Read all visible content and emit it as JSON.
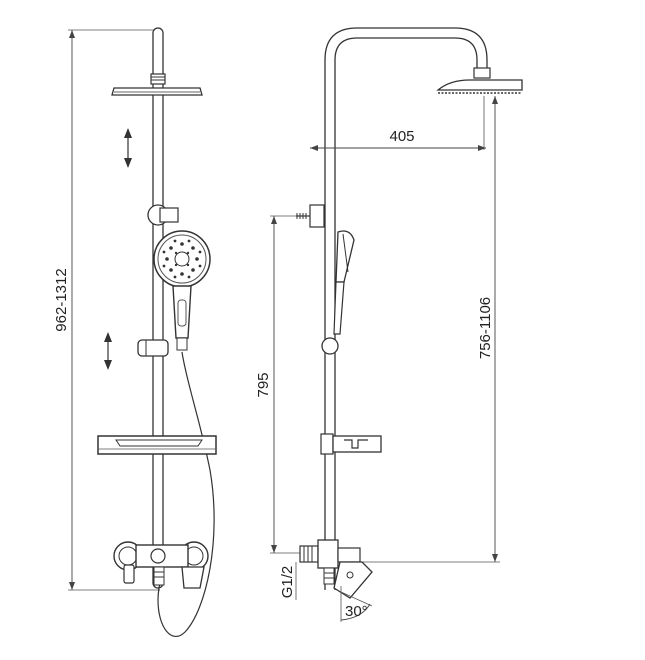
{
  "dimensions": {
    "front_height_range": "962-1312",
    "side_arm_reach": "405",
    "side_outlet_height": "795",
    "side_head_range": "756-1106",
    "inlet_thread": "G1/2",
    "spout_angle": "30°"
  },
  "colors": {
    "line": "#333333",
    "dim_line": "#444444",
    "background": "#ffffff"
  },
  "icons": [
    "adjust-arrow-icon",
    "adjust-arrow-icon"
  ]
}
